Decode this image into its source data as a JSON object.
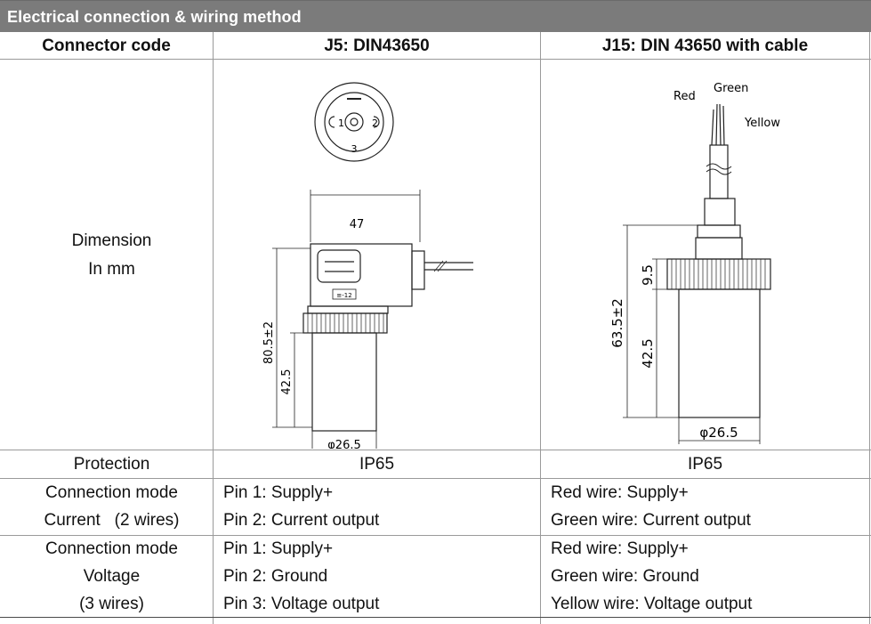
{
  "title": "Electrical connection & wiring method",
  "header": {
    "col1": "Connector code",
    "col2": "J5: DIN43650",
    "col3": "J15: DIN 43650 with cable"
  },
  "dimension": {
    "label_line1": "Dimension",
    "label_line2": "In mm",
    "j5": {
      "width_47": "47",
      "height_total": "80.5±2",
      "height_body": "42.5",
      "diameter": "φ26.5",
      "pin1": "1",
      "pin2": "2",
      "pin3": "3",
      "plate_label": "≡-12"
    },
    "j15": {
      "wire_red": "Red",
      "wire_green": "Green",
      "wire_yellow": "Yellow",
      "height_total": "63.5±2",
      "height_nut": "9.5",
      "height_body": "42.5",
      "diameter": "φ26.5"
    }
  },
  "protection": {
    "label": "Protection",
    "j5": "IP65",
    "j15": "IP65"
  },
  "current_mode": {
    "label_line1": "Connection mode",
    "label_line2": "Current   (2 wires)",
    "j5_line1": "Pin 1: Supply+",
    "j5_line2": "Pin 2: Current output",
    "j15_line1": "Red wire: Supply+",
    "j15_line2": "Green wire: Current output"
  },
  "voltage_mode": {
    "label_line1": "Connection mode",
    "label_line2": "Voltage",
    "label_line3": "(3 wires)",
    "j5_line1": "Pin 1: Supply+",
    "j5_line2": "Pin 2: Ground",
    "j5_line3": "Pin 3: Voltage output",
    "j15_line1": "Red wire: Supply+",
    "j15_line2": "Green wire: Ground",
    "j15_line3": "Yellow wire: Voltage output"
  }
}
